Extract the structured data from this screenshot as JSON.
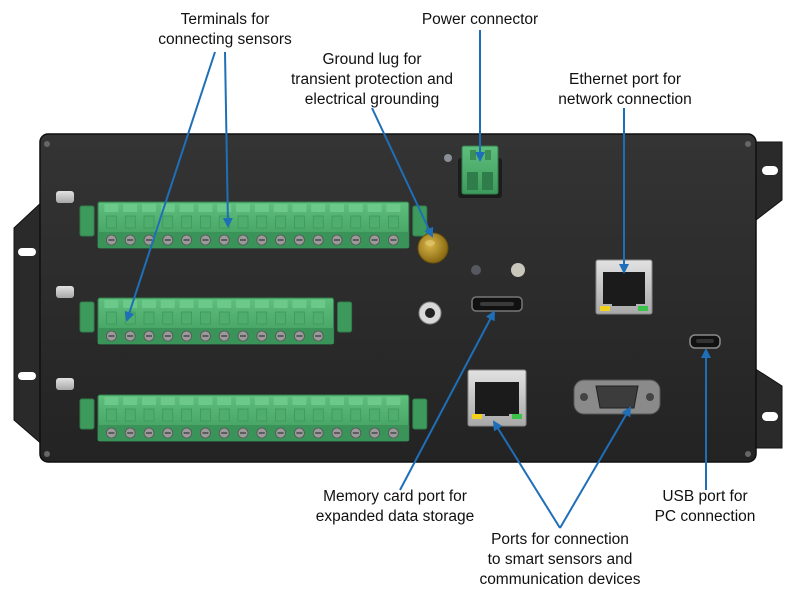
{
  "colors": {
    "arrow": "#1f6fb8",
    "chassis": "#2b2b2b",
    "terminal_green": "#4aa86a",
    "terminal_green_dark": "#2f7d4a",
    "ground_lug": "#b08a1e"
  },
  "callouts": {
    "terminals": {
      "lines": [
        "Terminals for",
        "connecting sensors"
      ]
    },
    "power": {
      "lines": [
        "Power connector"
      ]
    },
    "ground": {
      "lines": [
        "Ground lug for",
        "transient protection and",
        "electrical grounding"
      ]
    },
    "ethernet": {
      "lines": [
        "Ethernet port for",
        "network connection"
      ]
    },
    "memory": {
      "lines": [
        "Memory card port for",
        "expanded data storage"
      ]
    },
    "ports": {
      "lines": [
        "Ports for connection",
        "to smart sensors and",
        "communication devices"
      ]
    },
    "usb": {
      "lines": [
        "USB port for",
        "PC connection"
      ]
    }
  },
  "device": {
    "terminal_block_row1_positions": 16,
    "terminal_block_row2_positions": 12,
    "terminal_block_row3_positions": 16,
    "icons": [
      "power-connector-icon",
      "ground-lug-icon",
      "ethernet-port-icon",
      "microsd-slot-icon",
      "smart-sensor-port-icon",
      "db9-serial-port-icon",
      "micro-usb-port-icon",
      "audio-jack-icon",
      "status-led-icon"
    ]
  }
}
